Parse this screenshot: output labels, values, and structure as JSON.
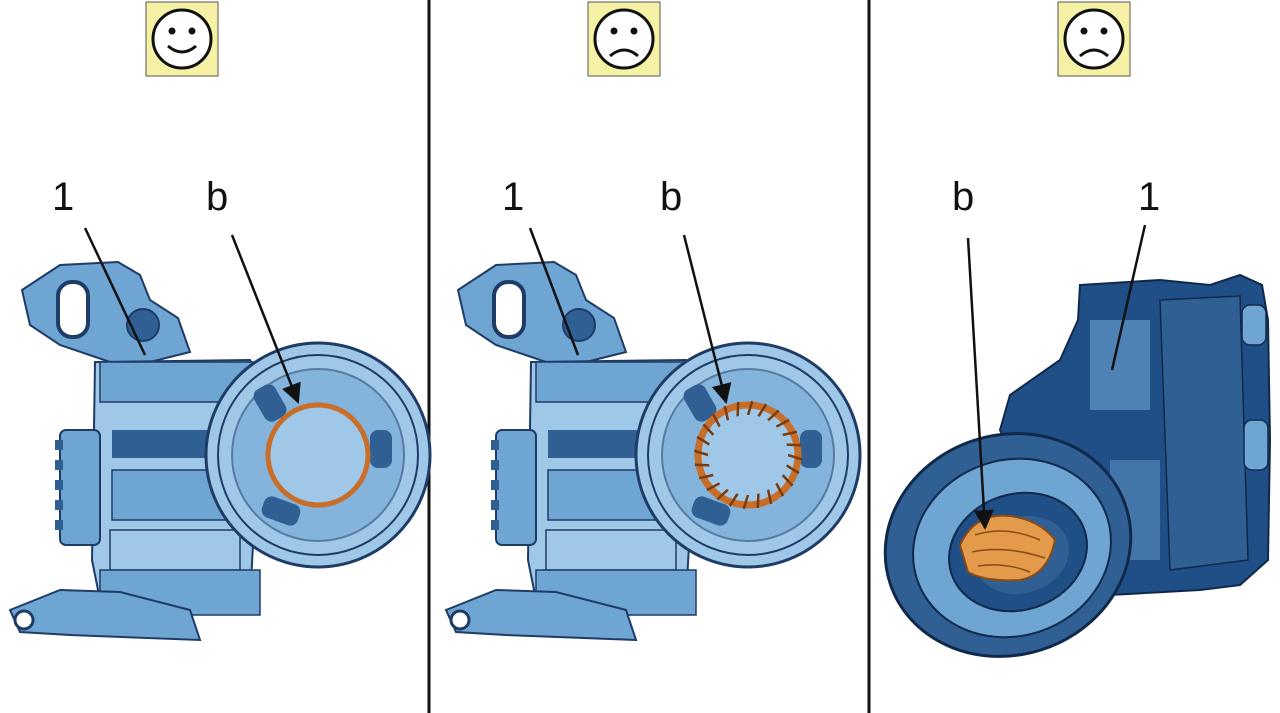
{
  "panels": [
    {
      "status_icon": "happy-face-icon",
      "callouts": [
        {
          "text": "1"
        },
        {
          "text": "b"
        }
      ],
      "seal_condition": "intact"
    },
    {
      "status_icon": "sad-face-icon",
      "callouts": [
        {
          "text": "1"
        },
        {
          "text": "b"
        }
      ],
      "seal_condition": "torn"
    },
    {
      "status_icon": "sad-face-icon",
      "callouts": [
        {
          "text": "b"
        },
        {
          "text": "1"
        }
      ],
      "seal_condition": "displaced"
    }
  ],
  "colors": {
    "badge": "#f5f2a6",
    "body_light": "#9ec7e8",
    "body_mid": "#6fa5d3",
    "body_dark": "#2f5f93",
    "body_deep": "#1f4f86",
    "seal": "#c86e28",
    "seal_fill": "#e39b4b",
    "ink": "#111111"
  }
}
